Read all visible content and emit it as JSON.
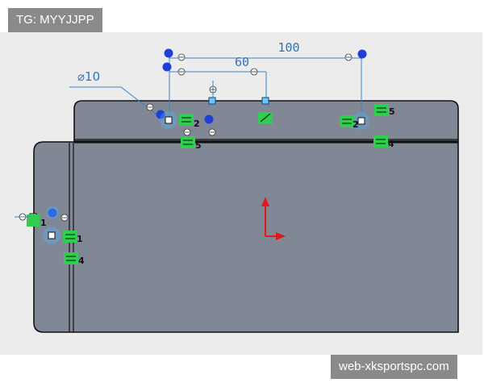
{
  "watermark": {
    "top_left": "TG: MYYJJPP",
    "bottom_right": "web-xksportspc.com"
  },
  "dimensions": {
    "diameter_symbol": "⌀",
    "diameter_value": "10",
    "horizontal_long": "100",
    "horizontal_short": "60"
  },
  "relation_badges": {
    "b1": "2",
    "b2": "5",
    "b3": "2",
    "b4": "5",
    "b5": "4",
    "b6": "1",
    "b7": "1",
    "b8": "4"
  },
  "colors": {
    "canvas_bg": "#ececec",
    "part_fill": "#808896",
    "part_edge": "#111111",
    "dimension_line": "#3a84c9",
    "badge_green": "#2fce4e",
    "point_blue": "#1f3fd6",
    "axis_red": "#e01a1a"
  },
  "icons": {
    "sketch_point": "square-point-icon",
    "horizontal_relation": "equal-bars-icon",
    "endpoint_handle": "circle-dot-icon",
    "origin": "red-axis-arrows-icon"
  }
}
